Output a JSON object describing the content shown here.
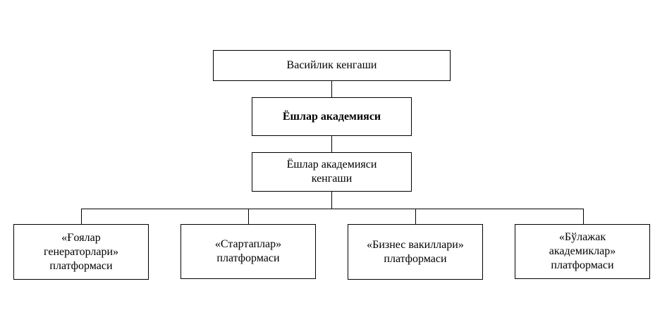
{
  "diagram": {
    "nodes": {
      "trustees": {
        "label": "Васийлик кенгаши"
      },
      "academy": {
        "label": "Ёшлар академияси"
      },
      "academy_council": {
        "label": "Ёшлар академияси кенгаши"
      },
      "platforms": [
        {
          "label": "«Ғоялар генераторлари» платформаси"
        },
        {
          "label": "«Стартаплар» платформаси"
        },
        {
          "label": "«Бизнес вакиллари» платформаси"
        },
        {
          "label": "«Бўлажак академиклар» платформаси"
        }
      ]
    },
    "edges": [
      {
        "from": "trustees",
        "to": "academy"
      },
      {
        "from": "academy",
        "to": "academy_council"
      },
      {
        "from": "academy_council",
        "to": "platforms.0"
      },
      {
        "from": "academy_council",
        "to": "platforms.1"
      },
      {
        "from": "academy_council",
        "to": "platforms.2"
      },
      {
        "from": "academy_council",
        "to": "platforms.3"
      }
    ]
  }
}
